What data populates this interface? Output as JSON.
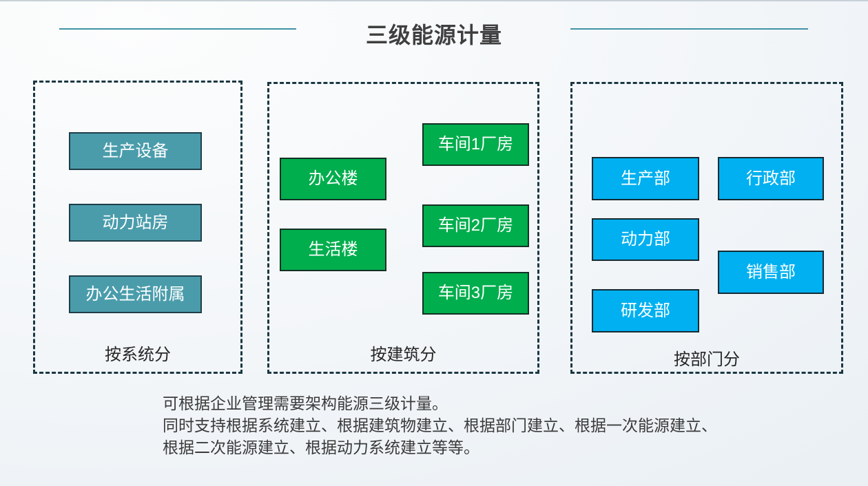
{
  "title": "三级能源计量",
  "colors": {
    "node_teal": "#4a9cab",
    "node_green": "#00ae4d",
    "node_blue": "#00b0f0",
    "dashed_border": "#1a3742",
    "title_rule": "#4092a6"
  },
  "groups": [
    {
      "label": "按系统分",
      "items": [
        "生产设备",
        "动力站房",
        "办公生活附属"
      ]
    },
    {
      "label": "按建筑分",
      "items": [
        "办公楼",
        "生活楼",
        "车间1厂房",
        "车间2厂房",
        "车间3厂房"
      ]
    },
    {
      "label": "按部门分",
      "items": [
        "生产部",
        "行政部",
        "动力部",
        "销售部",
        "研发部"
      ]
    }
  ],
  "footer": {
    "line1": "可根据企业管理需要架构能源三级计量。",
    "line2": "同时支持根据系统建立、根据建筑物建立、根据部门建立、根据一次能源建立、",
    "line3": "根据二次能源建立、根据动力系统建立等等。"
  }
}
